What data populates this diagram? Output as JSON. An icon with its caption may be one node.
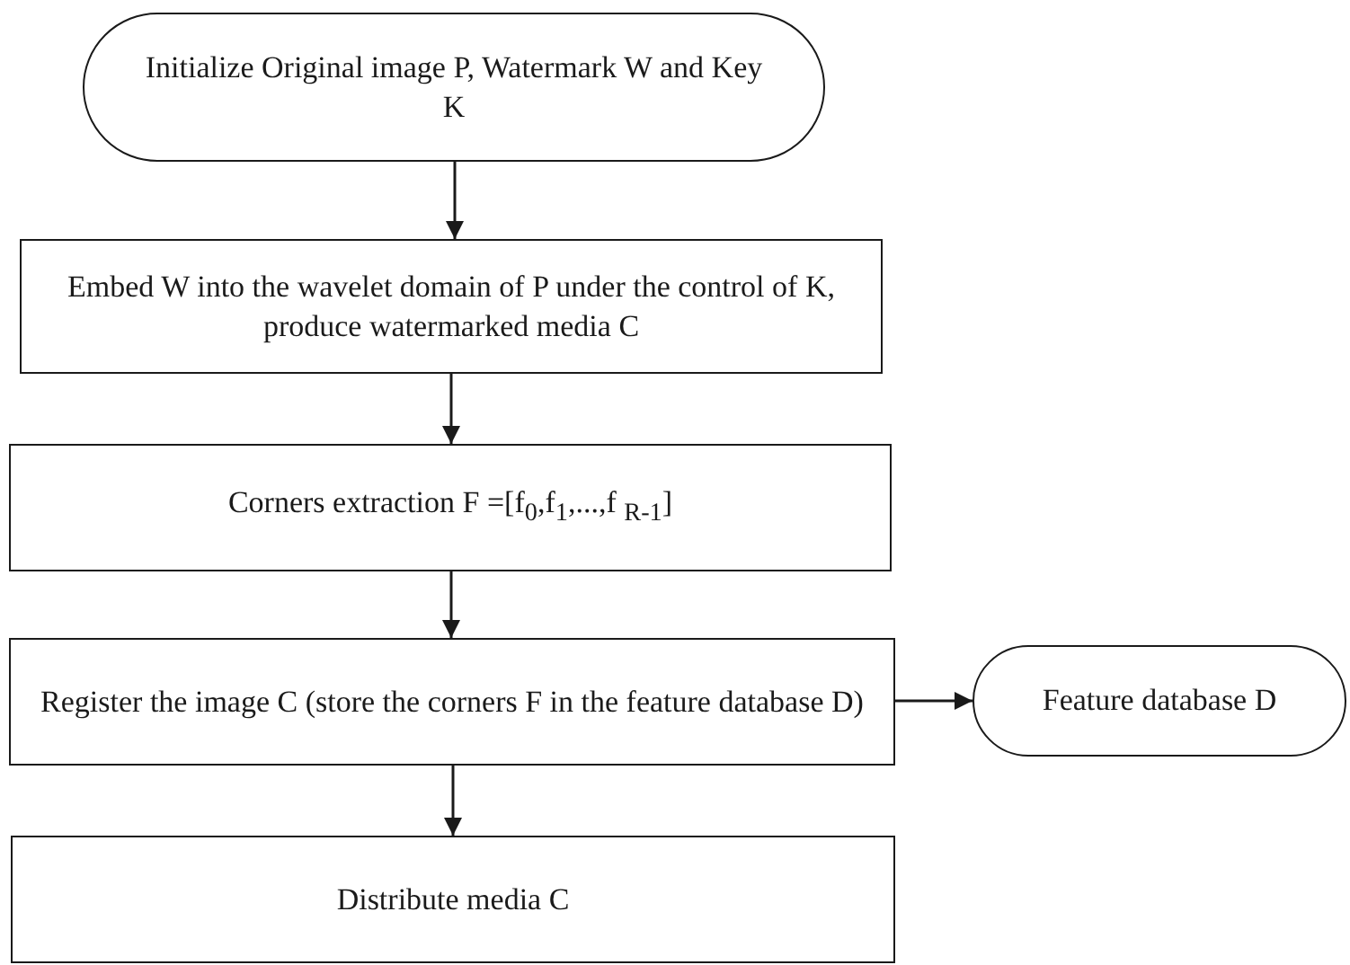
{
  "diagram": {
    "nodes": [
      {
        "text": [
          "Initialize Original image P, Watermark W and Key K"
        ]
      },
      {
        "text": [
          "Embed W into the wavelet domain of P under the control of K, produce watermarked media C"
        ]
      },
      {
        "text": [
          "Corners extraction F =[f$_{0}$,f$_{1}$,...,f $_{R-1}$]"
        ]
      },
      {
        "text": [
          "Register the image C (store the corners F in the feature database D)"
        ]
      },
      {
        "text": [
          "Feature database D"
        ]
      },
      {
        "text": [
          "Distribute media C"
        ]
      }
    ],
    "edges": [
      {
        "from": 0,
        "to": 1,
        "arrow": "to"
      },
      {
        "from": 1,
        "to": 2,
        "arrow": "to"
      },
      {
        "from": 2,
        "to": 3,
        "arrow": "to"
      },
      {
        "from": 3,
        "to": 4,
        "arrow": "to"
      },
      {
        "from": 3,
        "to": 5,
        "arrow": "to"
      }
    ]
  }
}
